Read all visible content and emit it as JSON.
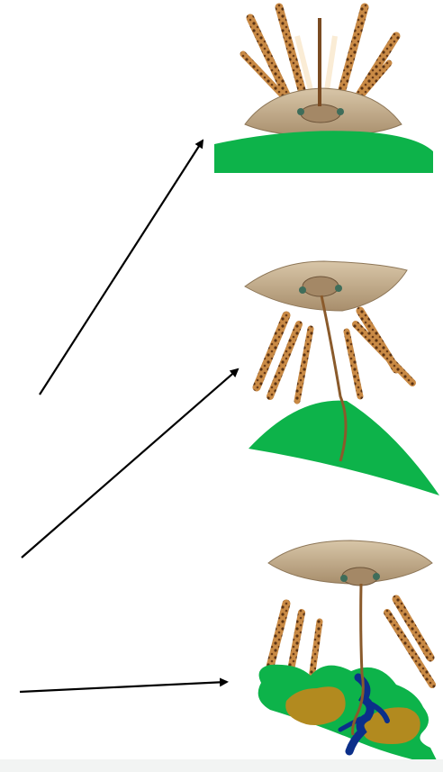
{
  "diagram": {
    "panels": [
      {
        "id": "panel-1",
        "subject": "stink-bug-head",
        "surface": "leaf"
      },
      {
        "id": "panel-2",
        "subject": "stink-bug-head",
        "surface": "leaf"
      },
      {
        "id": "panel-3",
        "subject": "stink-bug-head",
        "surface": "leaf-with-damage"
      }
    ],
    "arrows": 3
  },
  "colors": {
    "leaf_green": "#0db34a",
    "arrow": "#000000",
    "stylet": "#8a5a2b",
    "damage_tan": "#b28a1f",
    "vein_blue": "#0b2f8a",
    "bug_body": "#c9b497",
    "bug_leg": "#b7783a",
    "bug_leg_spot": "#5a3314"
  }
}
